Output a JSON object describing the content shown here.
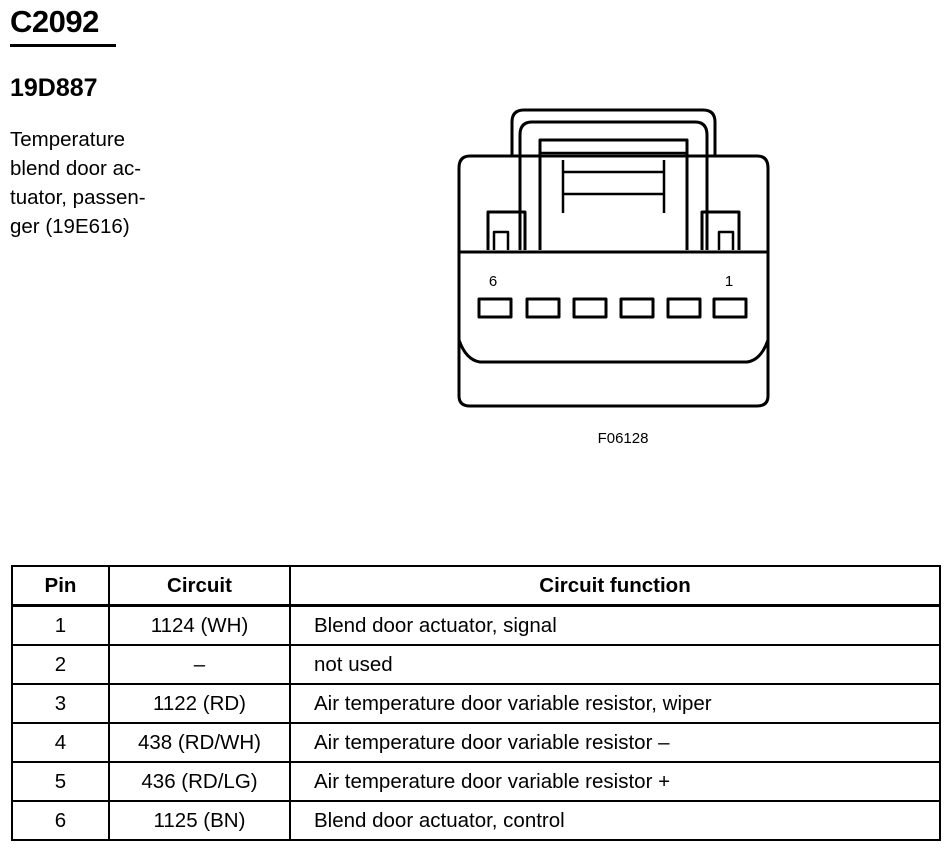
{
  "header": {
    "connector_id": "C2092",
    "part_number": "19D887",
    "description_lines": [
      "Temperature",
      "blend door ac-",
      "tuator, passen-",
      "ger (19E616)"
    ]
  },
  "diagram": {
    "pin_left_label": "6",
    "pin_right_label": "1",
    "pin_count": 6,
    "figure_code": "F06128"
  },
  "table": {
    "headers": {
      "pin": "Pin",
      "circuit": "Circuit",
      "function": "Circuit function"
    },
    "rows": [
      {
        "pin": "1",
        "circuit": "1124 (WH)",
        "function": "Blend door actuator, signal"
      },
      {
        "pin": "2",
        "circuit": "–",
        "function": "not used"
      },
      {
        "pin": "3",
        "circuit": "1122 (RD)",
        "function": "Air temperature door variable resistor, wiper"
      },
      {
        "pin": "4",
        "circuit": "438 (RD/WH)",
        "function": "Air temperature door variable resistor –"
      },
      {
        "pin": "5",
        "circuit": "436 (RD/LG)",
        "function": "Air temperature door variable resistor  +"
      },
      {
        "pin": "6",
        "circuit": "1125 (BN)",
        "function": "Blend door actuator, control"
      }
    ]
  }
}
